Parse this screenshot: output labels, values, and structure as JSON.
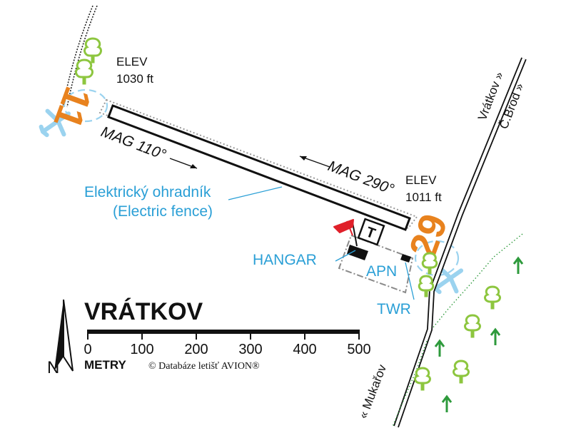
{
  "title": "VRÁTKOV",
  "runway": {
    "designator_west": "11",
    "designator_east": "29",
    "elev_west": {
      "line1": "ELEV",
      "line2": "1030 ft"
    },
    "elev_east": {
      "line1": "ELEV",
      "line2": "1011 ft"
    },
    "heading_out": "MAG 110°",
    "heading_in": "MAG 290°"
  },
  "fence": {
    "line1": "Elektrický ohradník",
    "line2": "(Electric fence)"
  },
  "facilities": {
    "hangar": "HANGAR",
    "apron": "APN",
    "tower": "TWR",
    "signal_square": "T"
  },
  "roads": {
    "north_1": "Vrátkov »",
    "north_2": "Č.Brod »",
    "south": "« Mukařov"
  },
  "scale": {
    "ticks": [
      "0",
      "100",
      "200",
      "300",
      "400",
      "500"
    ],
    "unit": "METRY"
  },
  "north_arrow": "N",
  "copyright": "© Databáze letišť AVION®",
  "colors": {
    "runway_number": "#e8821e",
    "label_blue": "#2a9fd6",
    "windsock": "#e0202a",
    "tree": "#8dc63f",
    "arrow_tree": "#2e9a3c"
  }
}
